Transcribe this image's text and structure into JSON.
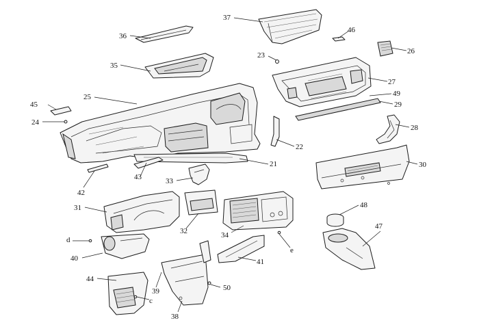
{
  "diagram": {
    "callouts": [
      {
        "id": "c37",
        "text": "37"
      },
      {
        "id": "c36",
        "text": "36"
      },
      {
        "id": "c46",
        "text": "46"
      },
      {
        "id": "c26",
        "text": "26"
      },
      {
        "id": "c23",
        "text": "23"
      },
      {
        "id": "c35",
        "text": "35"
      },
      {
        "id": "c27",
        "text": "27"
      },
      {
        "id": "c25",
        "text": "25"
      },
      {
        "id": "c49",
        "text": "49"
      },
      {
        "id": "c29",
        "text": "29"
      },
      {
        "id": "c45",
        "text": "45"
      },
      {
        "id": "c24",
        "text": "24"
      },
      {
        "id": "c28",
        "text": "28"
      },
      {
        "id": "c22",
        "text": "22"
      },
      {
        "id": "c21",
        "text": "21"
      },
      {
        "id": "c30",
        "text": "30"
      },
      {
        "id": "c42",
        "text": "42"
      },
      {
        "id": "c43",
        "text": "43"
      },
      {
        "id": "c33",
        "text": "33"
      },
      {
        "id": "c48",
        "text": "48"
      },
      {
        "id": "c31",
        "text": "31"
      },
      {
        "id": "c32",
        "text": "32"
      },
      {
        "id": "c34",
        "text": "34"
      },
      {
        "id": "c47",
        "text": "47"
      },
      {
        "id": "cd",
        "text": "d"
      },
      {
        "id": "ce",
        "text": "e"
      },
      {
        "id": "c40",
        "text": "40"
      },
      {
        "id": "c41",
        "text": "41"
      },
      {
        "id": "c44",
        "text": "44"
      },
      {
        "id": "c39",
        "text": "39"
      },
      {
        "id": "c50",
        "text": "50"
      },
      {
        "id": "cc",
        "text": "c"
      },
      {
        "id": "c38",
        "text": "38"
      }
    ]
  }
}
